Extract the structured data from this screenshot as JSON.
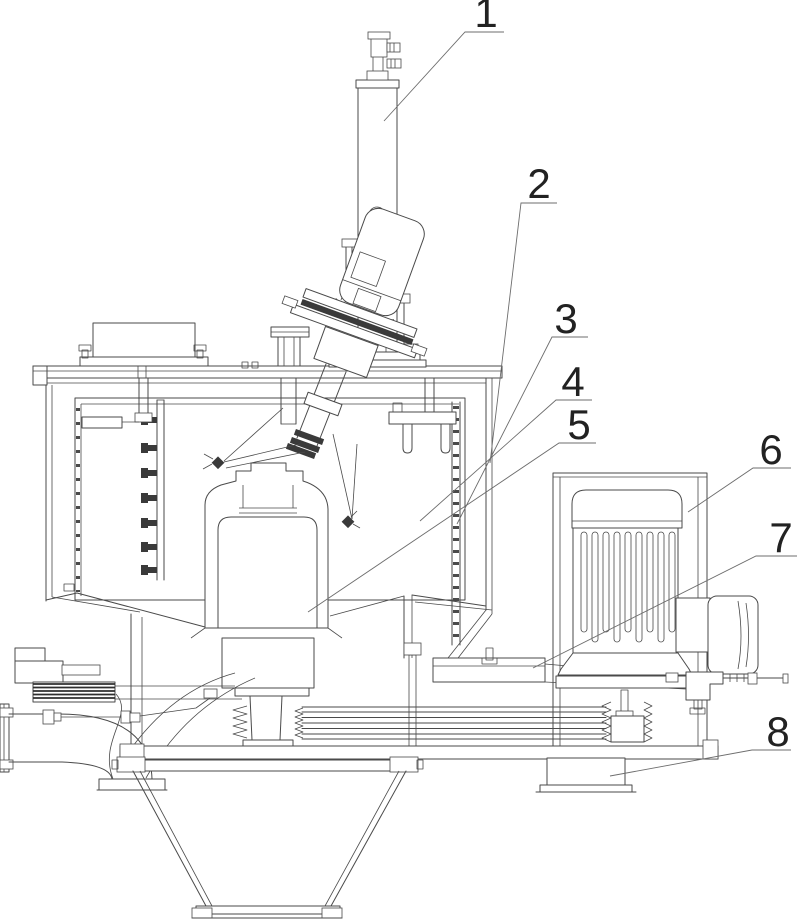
{
  "figure": {
    "drawing_type": "technical sectional assembly line drawing",
    "background": "#ffffff",
    "line_color": "#4a4a4a",
    "label_color": "#222222",
    "callouts": [
      {
        "id": 1,
        "text": "1"
      },
      {
        "id": 2,
        "text": "2"
      },
      {
        "id": 3,
        "text": "3"
      },
      {
        "id": 4,
        "text": "4"
      },
      {
        "id": 5,
        "text": "5"
      },
      {
        "id": 6,
        "text": "6"
      },
      {
        "id": 7,
        "text": "7"
      },
      {
        "id": 8,
        "text": "8"
      }
    ]
  }
}
